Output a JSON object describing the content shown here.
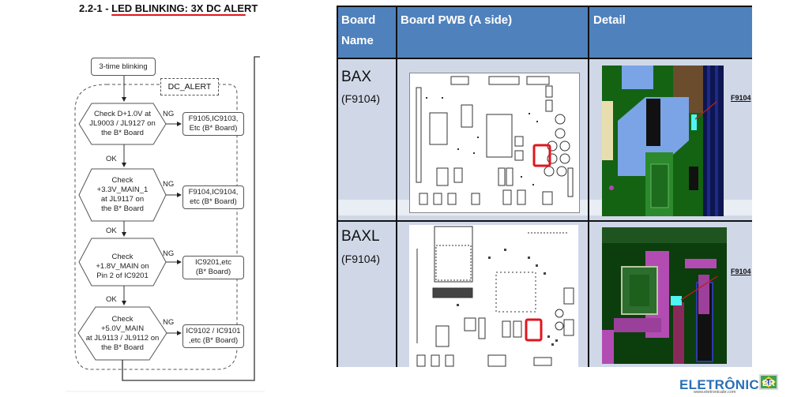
{
  "flowchart": {
    "heading": "2.2-1 - LED BLINKING: 3X DC ALERT & (",
    "start": "3-time blinking",
    "group_label": "DC_ALERT",
    "steps": [
      {
        "check_lines": [
          "Check D+1.0V at",
          "JL9003 / JL9127 on",
          "the B* Board"
        ],
        "ng_label": "NG",
        "result_lines": [
          "F9105,IC9103,",
          "Etc (B* Board)"
        ],
        "ok_label": "OK"
      },
      {
        "check_lines": [
          "Check",
          "+3.3V_MAIN_1",
          "at   JL9117 on",
          "the B* Board"
        ],
        "ng_label": "NG",
        "result_lines": [
          "F9104,IC9104,",
          "etc  (B* Board)"
        ],
        "ok_label": "OK"
      },
      {
        "check_lines": [
          "Check",
          "+1.8V_MAIN on",
          "Pin 2 of IC9201"
        ],
        "ng_label": "NG",
        "result_lines": [
          "IC9201,etc",
          "(B* Board)"
        ],
        "ok_label": "OK"
      },
      {
        "check_lines": [
          "Check",
          "+5.0V_MAIN",
          "at JL9113 / JL9112 on",
          "the B* Board"
        ],
        "ng_label": "NG",
        "result_lines": [
          "IC9102 / IC9101",
          ",etc (B* Board)"
        ]
      }
    ]
  },
  "table": {
    "headers": {
      "board_name_line1": "Board",
      "board_name_line2": "Name",
      "pwb": "Board PWB  (A side)",
      "detail": "Detail"
    },
    "rows": [
      {
        "name": "BAX",
        "fuse": "(F9104)",
        "callout": "F9104"
      },
      {
        "name": "BAXL",
        "fuse": "(F9104)",
        "callout": "F9104"
      }
    ],
    "colors": {
      "header_bg": "#4f81bd",
      "row_bg": "#d0d8e8",
      "highlight": "#e0161e"
    }
  },
  "logo": {
    "text": "ELETRÔNICA",
    "badge": "BR",
    "url": "www.eletronicabr.com"
  }
}
